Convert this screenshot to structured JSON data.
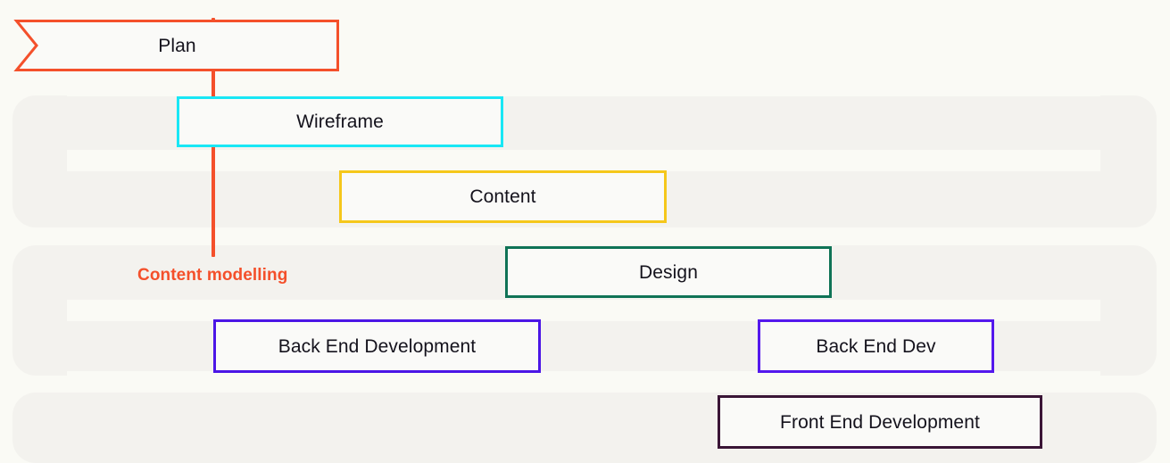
{
  "chart_data": {
    "type": "bar",
    "title": "",
    "xlabel": "",
    "ylabel": "",
    "orientation": "horizontal",
    "subtype": "gantt",
    "axis_unit": "pixels",
    "xlim": [
      0,
      1311
    ],
    "grid": false,
    "legend": "none",
    "categories": [
      "Plan",
      "Wireframe",
      "Content",
      "Design",
      "Back End Development",
      "Back End Dev",
      "Front End Development"
    ],
    "bars": [
      {
        "label": "Plan",
        "start": 17,
        "end": 380,
        "length": 363,
        "row": 0,
        "color": "#F4502B",
        "shape": "ribbon"
      },
      {
        "label": "Wireframe",
        "start": 198,
        "end": 564,
        "length": 366,
        "row": 1,
        "color": "#18E7F5",
        "shape": "rect"
      },
      {
        "label": "Content",
        "start": 380,
        "end": 747,
        "length": 367,
        "row": 2,
        "color": "#F5C71B",
        "shape": "rect"
      },
      {
        "label": "Design",
        "start": 566,
        "end": 932,
        "length": 366,
        "row": 3,
        "color": "#0F7356",
        "shape": "rect"
      },
      {
        "label": "Back End Development",
        "start": 239,
        "end": 606,
        "length": 367,
        "row": 4,
        "color": "#4B16E6",
        "shape": "rect"
      },
      {
        "label": "Back End Dev",
        "start": 849,
        "end": 1114,
        "length": 265,
        "row": 4,
        "color": "#5418ED",
        "shape": "rect"
      },
      {
        "label": "Front End Development",
        "start": 804,
        "end": 1168,
        "length": 364,
        "row": 5,
        "color": "#3A1536",
        "shape": "rect"
      }
    ],
    "annotations": [
      {
        "label": "Content modelling",
        "type": "milestone",
        "x": 239,
        "line_top": 20,
        "line_bottom": 288,
        "color": "#F4502B"
      }
    ]
  },
  "bars": {
    "plan": {
      "label": "Plan"
    },
    "wireframe": {
      "label": "Wireframe"
    },
    "content": {
      "label": "Content"
    },
    "design": {
      "label": "Design"
    },
    "backend_dev": {
      "label": "Back End Development"
    },
    "backend_dev2": {
      "label": "Back End Dev"
    },
    "frontend_dev": {
      "label": "Front End Development"
    }
  },
  "milestone": {
    "label": "Content modelling"
  },
  "colors": {
    "page_background": "#FAFAF5",
    "band_background": "#F3F2EE",
    "bar_fill": "#FAFAF8",
    "bar_text": "#14121C",
    "plan": "#F4502B",
    "wireframe": "#18E7F5",
    "content": "#F5C71B",
    "design": "#0F7356",
    "backend": "#4B16E6",
    "frontend": "#3A1536",
    "milestone": "#F4502B"
  }
}
